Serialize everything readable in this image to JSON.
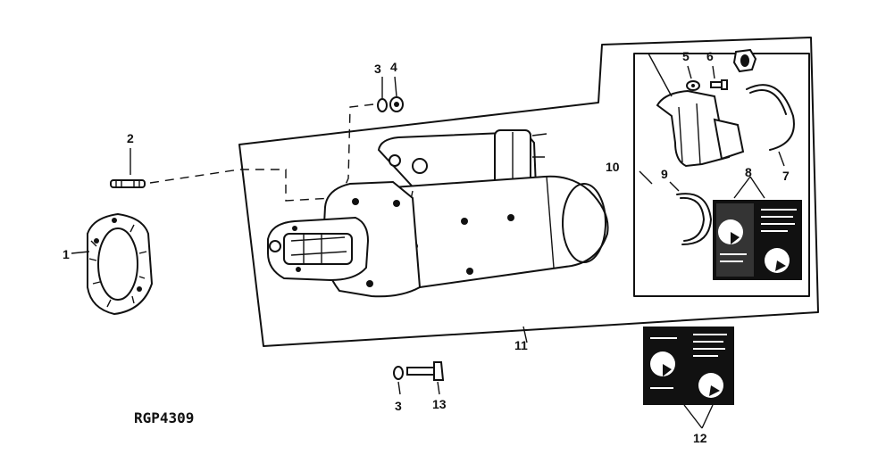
{
  "figure": {
    "reference_code": "RGP4309",
    "callouts": [
      {
        "id": "callout-1",
        "label": "1"
      },
      {
        "id": "callout-2",
        "label": "2"
      },
      {
        "id": "callout-3-top",
        "label": "3"
      },
      {
        "id": "callout-4",
        "label": "4"
      },
      {
        "id": "callout-5",
        "label": "5"
      },
      {
        "id": "callout-6",
        "label": "6"
      },
      {
        "id": "callout-7",
        "label": "7"
      },
      {
        "id": "callout-8",
        "label": "8"
      },
      {
        "id": "callout-9",
        "label": "9"
      },
      {
        "id": "callout-10",
        "label": "10"
      },
      {
        "id": "callout-11",
        "label": "11"
      },
      {
        "id": "callout-12",
        "label": "12"
      },
      {
        "id": "callout-3-bottom",
        "label": "3"
      },
      {
        "id": "callout-13",
        "label": "13"
      }
    ]
  }
}
